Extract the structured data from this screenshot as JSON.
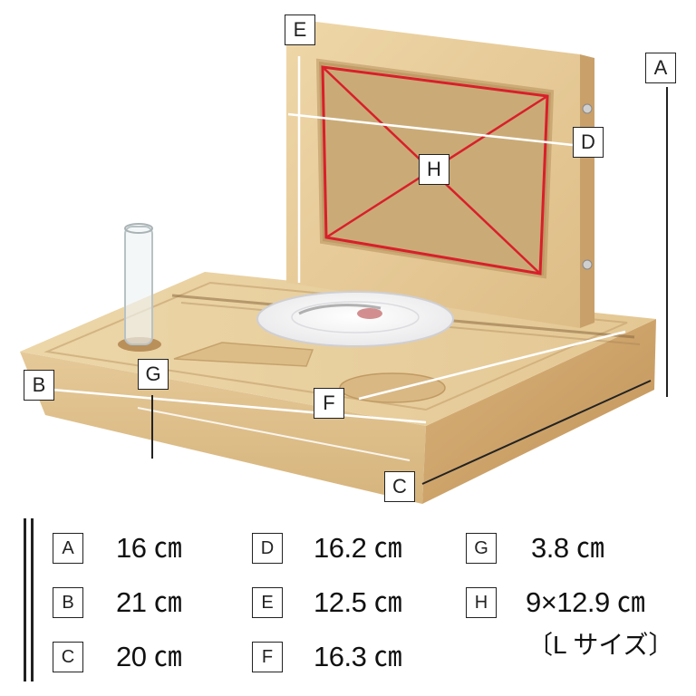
{
  "colors": {
    "wood_light": "#e7cf9f",
    "wood_mid": "#d8b982",
    "wood_dark": "#c29a63",
    "frame_back": "#cfb58a",
    "highlight_red": "#d91f2a",
    "measure_line": "#ffffff",
    "leader_line": "#222222"
  },
  "markers": {
    "A": "A",
    "B": "B",
    "C": "C",
    "D": "D",
    "E": "E",
    "F": "F",
    "G": "G",
    "H": "H"
  },
  "legend": [
    {
      "key": "A",
      "value": "16 ㎝"
    },
    {
      "key": "B",
      "value": "21 ㎝"
    },
    {
      "key": "C",
      "value": "20 ㎝"
    },
    {
      "key": "D",
      "value": "16.2 ㎝"
    },
    {
      "key": "E",
      "value": "12.5 ㎝"
    },
    {
      "key": "F",
      "value": "16.3 ㎝"
    },
    {
      "key": "G",
      "value": "3.8 ㎝"
    },
    {
      "key": "H",
      "value": "9×12.9 ㎝",
      "note": "〔L サイズ〕"
    }
  ]
}
